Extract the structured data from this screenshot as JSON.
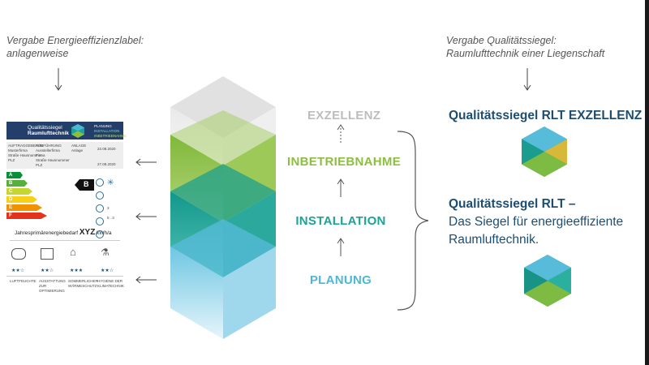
{
  "colors": {
    "excellence": "#bdbdbd",
    "inbetriebnahme": "#8cbf3f",
    "installation": "#1aa497",
    "planung": "#4eb7d6",
    "navy": "#1d4e72",
    "label_header": "#233e6b"
  },
  "left_note": {
    "line1": "Vergabe Energieeffizienzlabel:",
    "line2": "anlagenweise"
  },
  "right_note": {
    "line1": "Vergabe Qualitätssiegel:",
    "line2": "Raumlufttechnik einer Liegenschaft"
  },
  "stages": {
    "exzellenz": "EXZELLENZ",
    "inbetriebnahme": "INBETRIEBNAHME",
    "installation": "INSTALLATION",
    "planung": "PLANUNG"
  },
  "seal_excellence_title": "Qualitätssiegel RLT EXZELLENZ",
  "seal_basic": {
    "title": "Qualitätssiegel RLT –",
    "line1": "Das Siegel für energieeffiziente",
    "line2": "Raumluftechnik."
  },
  "label_card": {
    "brand_line1": "Qualitätssiegel",
    "brand_line2": "Raumlufttechnik",
    "stages": [
      "PLANUNG",
      "INSTALLATION",
      "INBETRIEBNAHME"
    ],
    "info_col1": [
      "AUFTRAGGEBER/IN",
      "Musterfirma",
      "Straße Hausnummer",
      "PLZ"
    ],
    "info_col2": [
      "AUSFÜHRUNG",
      "Ausstellerfirma",
      "Firma",
      "Straße Hausnummer",
      "PLZ"
    ],
    "info_col3": [
      "ANLAGE",
      "Anlage"
    ],
    "date": "22.08.2020",
    "date2": "27.08.2020",
    "classes": [
      "A",
      "B",
      "C",
      "D",
      "E",
      "F"
    ],
    "current_class": "B",
    "demand_label": "Jahresprimärenergiebedarf",
    "demand_value": "XYZ",
    "demand_unit": "kWh/a",
    "small_values": [
      "3",
      "5 . 3"
    ],
    "bottom_items": [
      {
        "stars": "★★☆",
        "caption": "LUFTFEUCHTE"
      },
      {
        "stars": "★★☆",
        "caption": "AUSSTATTUNG ZUR OPTIMIERUNG"
      },
      {
        "stars": "★★★",
        "caption": "SOMMERLICHER WÄRMESCHUTZ"
      },
      {
        "stars": "★★☆",
        "caption": "HYGIENE DER KLIMATECHNIK"
      }
    ]
  }
}
